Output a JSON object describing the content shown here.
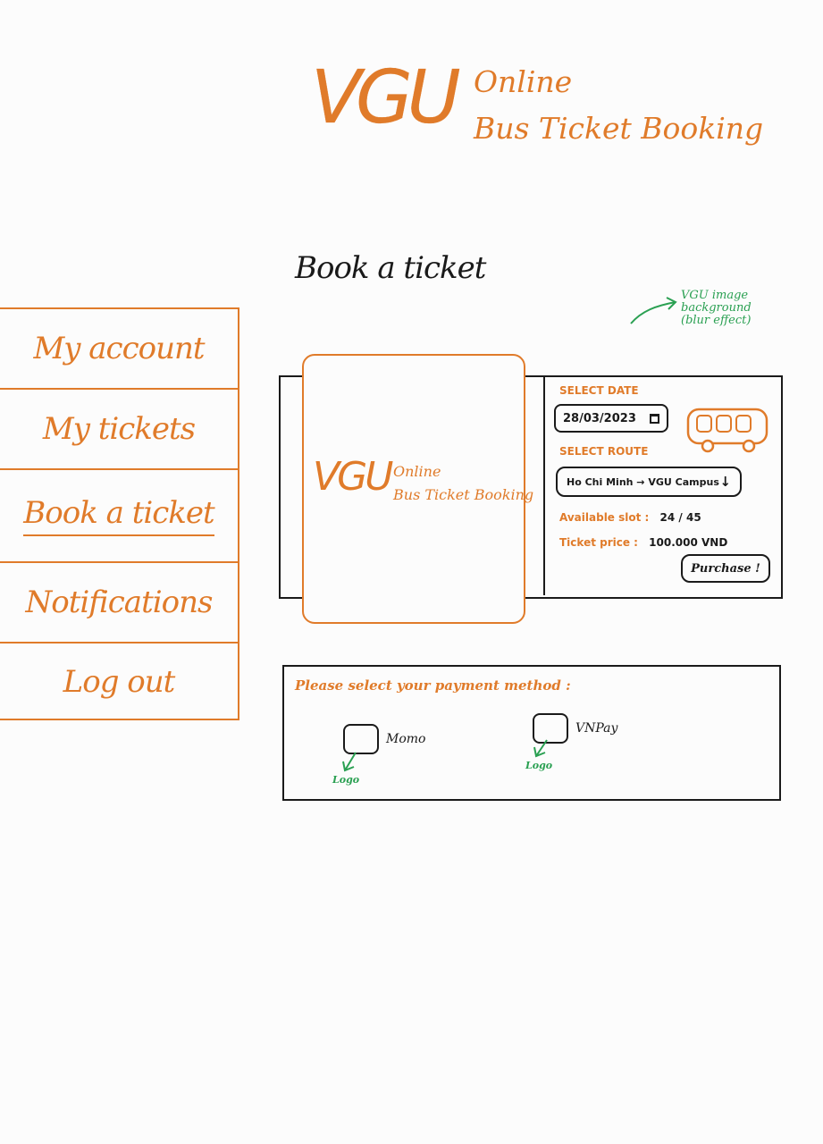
{
  "header": {
    "logo": "VGU",
    "line1": "Online",
    "line2": "Bus Ticket Booking"
  },
  "page": {
    "title": "Book a ticket"
  },
  "annotation": {
    "text": "VGU image background (blur effect)"
  },
  "sidebar": {
    "items": [
      {
        "label": "My account"
      },
      {
        "label": "My tickets"
      },
      {
        "label": "Book a ticket",
        "active": true
      },
      {
        "label": "Notifications"
      },
      {
        "label": "Log out"
      }
    ]
  },
  "image_card": {
    "logo": "VGU",
    "line1": "Online",
    "line2": "Bus Ticket Booking"
  },
  "booking_form": {
    "date_label": "SELECT DATE",
    "date_value": "28/03/2023",
    "route_label": "SELECT ROUTE",
    "route_value": "Ho Chi Minh → VGU Campus",
    "route_arrow": "↓",
    "available_label": "Available slot :",
    "available_value": "24 / 45",
    "price_label": "Ticket price :",
    "price_value": "100.000 VND",
    "purchase_label": "Purchase !"
  },
  "payment": {
    "title": "Please select your payment method :",
    "options": [
      {
        "label": "Momo",
        "note": "Logo"
      },
      {
        "label": "VNPay",
        "note": "Logo"
      }
    ]
  },
  "colors": {
    "accent": "#e07b2a",
    "note": "#2aa052",
    "ink": "#1a1a1a"
  }
}
